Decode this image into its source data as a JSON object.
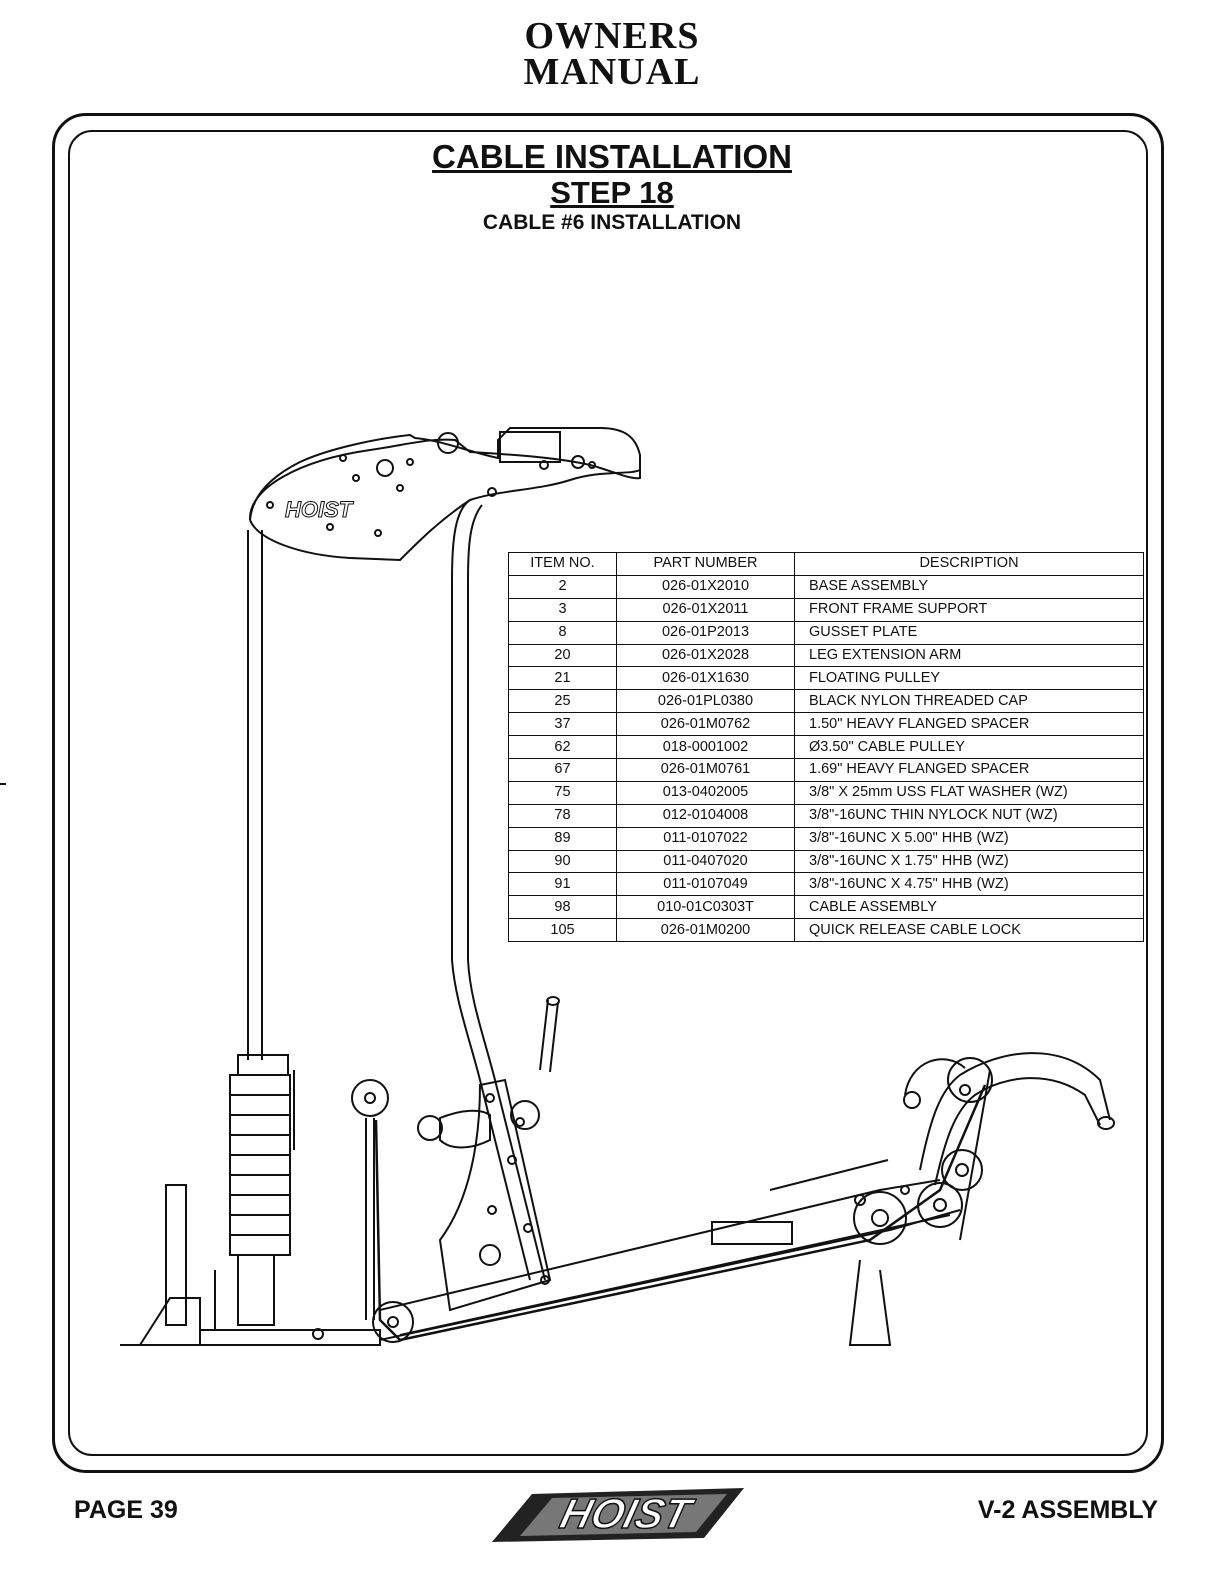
{
  "header": {
    "line1": "OWNERS",
    "line2": "MANUAL"
  },
  "title": {
    "main": "CABLE INSTALLATION",
    "step": "STEP 18",
    "subtitle": "CABLE #6 INSTALLATION"
  },
  "logo_text": "HOIST",
  "parts_table": {
    "headers": [
      "ITEM NO.",
      "PART NUMBER",
      "DESCRIPTION"
    ],
    "rows": [
      [
        "2",
        "026-01X2010",
        "BASE ASSEMBLY"
      ],
      [
        "3",
        "026-01X2011",
        "FRONT FRAME SUPPORT"
      ],
      [
        "8",
        "026-01P2013",
        "GUSSET PLATE"
      ],
      [
        "20",
        "026-01X2028",
        "LEG EXTENSION ARM"
      ],
      [
        "21",
        "026-01X1630",
        "FLOATING PULLEY"
      ],
      [
        "25",
        "026-01PL0380",
        "BLACK NYLON THREADED CAP"
      ],
      [
        "37",
        "026-01M0762",
        "1.50\" HEAVY FLANGED SPACER"
      ],
      [
        "62",
        "018-0001002",
        "Ø3.50\" CABLE PULLEY"
      ],
      [
        "67",
        "026-01M0761",
        "1.69\" HEAVY FLANGED SPACER"
      ],
      [
        "75",
        "013-0402005",
        "3/8\" X 25mm USS FLAT WASHER (WZ)"
      ],
      [
        "78",
        "012-0104008",
        "3/8\"-16UNC THIN NYLOCK NUT (WZ)"
      ],
      [
        "89",
        "011-0107022",
        "3/8\"-16UNC X 5.00\" HHB (WZ)"
      ],
      [
        "90",
        "011-0407020",
        "3/8\"-16UNC X 1.75\" HHB (WZ)"
      ],
      [
        "91",
        "011-0107049",
        "3/8\"-16UNC X 4.75\" HHB (WZ)"
      ],
      [
        "98",
        "010-01C0303T",
        "CABLE ASSEMBLY"
      ],
      [
        "105",
        "026-01M0200",
        "QUICK RELEASE CABLE LOCK"
      ]
    ]
  },
  "footer": {
    "page": "PAGE 39",
    "section": "V-2 ASSEMBLY"
  }
}
